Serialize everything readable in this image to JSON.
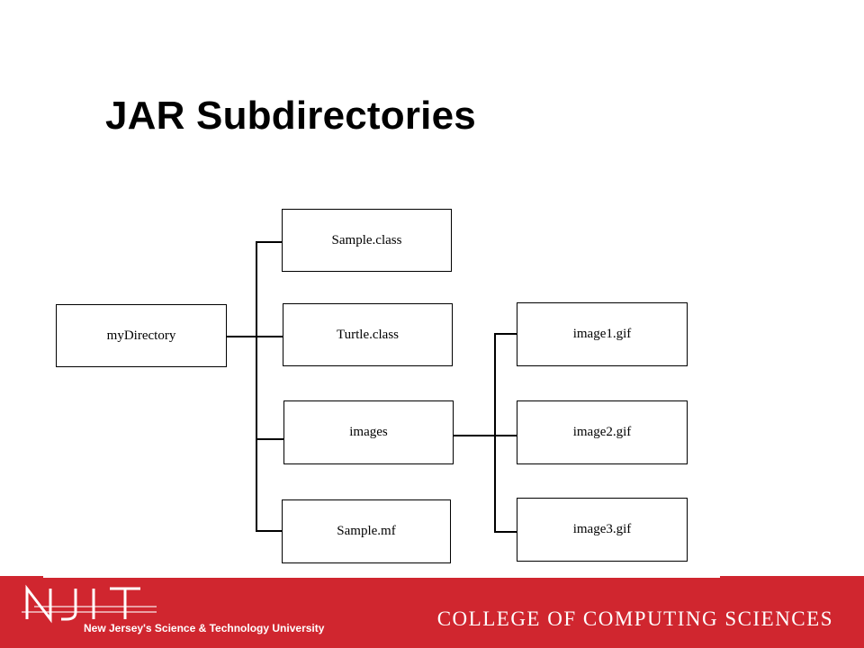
{
  "slide": {
    "title": "JAR Subdirectories"
  },
  "diagram": {
    "nodes": {
      "root": "myDirectory",
      "sample_class": "Sample.class",
      "turtle_class": "Turtle.class",
      "images": "images",
      "sample_mf": "Sample.mf",
      "image1": "image1.gif",
      "image2": "image2.gif",
      "image3": "image3.gif"
    }
  },
  "footer": {
    "logo_text": "NJIT",
    "tagline": "New Jersey's Science & Technology University",
    "college": "COLLEGE OF COMPUTING SCIENCES",
    "color": "#d0262f"
  }
}
